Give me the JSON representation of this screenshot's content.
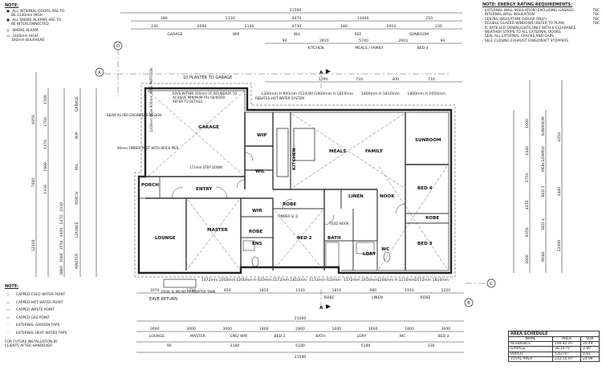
{
  "notes_top": {
    "title": "NOTE:",
    "items": [
      "ALL INTERNAL DOORS ARE TO",
      "BE 2340mm HIGH",
      "ALL SMOKE ALARMS ARE TO",
      "BE INTERCONNECTED",
      "SMOKE ALARM",
      "2440mm HIGH",
      "300mm BULKHEAD"
    ]
  },
  "energy": {
    "title": "NOTE: ENERGY RATING REQUIREMENTS:",
    "items": [
      {
        "text": "EXTERNAL WALL INSULATION (EXCLUDING GARAGE)",
        "val": "TBC"
      },
      {
        "text": "INTERNAL WALL INSULATION",
        "val": "TBC"
      },
      {
        "text": "CEILING INSULATION (HOUSE ONLY)",
        "val": "TBC"
      },
      {
        "text": "DOUBLE GLAZED WINDOWS (REFER TO PLAN)",
        "val": "TBC"
      },
      {
        "text": "IC RATE LED DOWNLIGHTS ONLY WITH 0 CLEARANCE",
        "val": ""
      },
      {
        "text": "WEATHER STRIPS TO ALL EXTERNAL DOORS",
        "val": ""
      },
      {
        "text": "SEAL ALL EXTERNAL CRACKS AND GAPS",
        "val": ""
      },
      {
        "text": "SELF CLOSING EXHAUST FANS/DRAFT STOPPERS",
        "val": ""
      }
    ]
  },
  "notes_bottom": {
    "title": "NOTE:",
    "items": [
      {
        "icon": "◇",
        "text": "CAPPED COLD WATER POINT"
      },
      {
        "icon": "◇",
        "text": "CAPPED HOT WATER POINT"
      },
      {
        "icon": "◇",
        "text": "CAPPED WASTE POINT"
      },
      {
        "icon": "◇",
        "text": "CAPPED GAS POINT"
      },
      {
        "icon": "◦",
        "text": "EXTERNAL GARDEN TAPS"
      },
      {
        "icon": "◦",
        "text": "EXTERNAL HEAT WATER TAPS"
      }
    ],
    "footer": [
      "FOR FUTURE INSTALLATION BY",
      "CLIENTS AFTER HANDOVER"
    ]
  },
  "area_schedule": {
    "title": "AREA SCHEDULE",
    "headers": [
      "NAME",
      "AREA",
      "SQR"
    ],
    "rows": [
      [
        "RESIDENCE",
        "190.82 m²",
        "20.49"
      ],
      [
        "GARAGE",
        "36.19 m²",
        "3.90"
      ],
      [
        "PORCH",
        "5.63 m²",
        "0.61"
      ],
      [
        "TOTAL AREA",
        "232.15 m²",
        "24.99"
      ]
    ]
  },
  "top_dims": {
    "overall": "21590",
    "row1": [
      "380",
      "1130",
      "6470",
      "13400",
      "210"
    ],
    "row2": [
      "230",
      "6000",
      "1130",
      "4730",
      "180",
      "2910",
      "230"
    ],
    "row2_labels": [
      "GARAGE",
      "WIP",
      "WIL",
      "REF",
      "SUNROOM"
    ],
    "row3": [
      "90",
      "2810",
      "5740",
      "2910",
      "90"
    ],
    "row3_labels": [
      "KITCHEN",
      "MEALS / FAMILY",
      "BED 4"
    ],
    "window_row": [
      "1790",
      "710",
      "300",
      "710"
    ]
  },
  "bottom_dims": {
    "overall_inner": "21000",
    "overall": "21590",
    "row1": [
      "1070",
      "1710",
      "810",
      "1810",
      "1310",
      "1810",
      "980",
      "1910",
      "1220"
    ],
    "row1_labels": [
      "ROBE",
      "LINEN",
      "ROBE"
    ],
    "row2": [
      "3000",
      "3000",
      "3000",
      "1800",
      "2800",
      "1600",
      "1600",
      "1800",
      "3000"
    ],
    "row2_labels": [
      "LOUNGE",
      "MASTER",
      "ENS/ WIR",
      "BED 2",
      "BATH",
      "LDRY",
      "WC",
      "BED 3"
    ],
    "row3": [
      "90",
      "3180",
      "5180",
      "5180",
      "330"
    ]
  },
  "left_dims": [
    "1500",
    "1760",
    "1470",
    "1990",
    "1330",
    "4950",
    "7600",
    "12400",
    "2330",
    "1470",
    "3400",
    "3550",
    "3000",
    "3880"
  ],
  "left_labels": [
    "GARAGE",
    "WIP",
    "WIL",
    "PORCH",
    "LOUNGE",
    "MASTER"
  ],
  "right_dims": [
    "4350",
    "3400",
    "12400",
    "1000",
    "1040",
    "3750",
    "4450",
    "8350",
    "3000"
  ],
  "right_labels": [
    "SUNROOM",
    "MEALS/FAMILY",
    "BED 3",
    "BED 4",
    "ROBE"
  ],
  "markers": {
    "a": "A",
    "b": "B",
    "c": "C",
    "d": "D"
  },
  "rooms": {
    "garage": "GARAGE",
    "wip": "WIP",
    "wil": "WIL",
    "kitchen": "KITCHEN",
    "meals": "MEALS",
    "family": "FAMILY",
    "sunroom": "SUNROOM",
    "porch": "PORCH",
    "entry": "ENTRY",
    "lounge": "LOUNGE",
    "master": "MASTER",
    "wir": "WIR",
    "robe1": "ROBE",
    "bed2": "BED 2",
    "linen": "LINEN",
    "nook": "NOOK",
    "bed4": "BED 4",
    "robe2": "ROBE",
    "bath": "BATH",
    "ldry": "LDRY",
    "wc": "WC",
    "bed3": "BED 3",
    "ens": "ENS",
    "robe3": "ROBE"
  },
  "annotations": {
    "plaster_to_garage": "10 PLASTER TO GARAGE",
    "eave_note_1": "EAVE WITHIN 450mm OF BOUNDARY TO",
    "eave_note_2": "ACHIEVE MINIMUM FRL 60/60/60.",
    "eave_note_3": "REFER TO DETAILS",
    "rebated": "REBATED HOT WATER SYSTEM",
    "sb_label": "1200mm HIGH 900mm WIDE PARTITION",
    "step_down": "172mm STEP DOWN",
    "beam_engineer": "BEAM AS PER ENGINEERS DESIGN",
    "timber_post": "90mm TIMBER POST WITH BRICK PIER",
    "rainwater_tank": "3000L SLIMLINE RAINWATER TANK",
    "eave_return": "EAVE RETURN",
    "timber_sl": "TIMBER SL D",
    "tiled_nook": "TILED NOOK"
  },
  "windows_top": [
    "1200mm H 900mm (510(W))",
    "1800mm H 1810mm",
    "1800mm H 1810mm",
    "1800mm H 2050mm"
  ],
  "windows_bottom": [
    "1572mm 2050mm",
    "1200mm H 610mm",
    "1572mm 1810mm",
    "1572mm 610mm",
    "1572mm 2450mm",
    "1200mm H 1210mm",
    "1572mm 1810mm"
  ],
  "section_marks": {
    "top": "A",
    "bottom": "A"
  }
}
